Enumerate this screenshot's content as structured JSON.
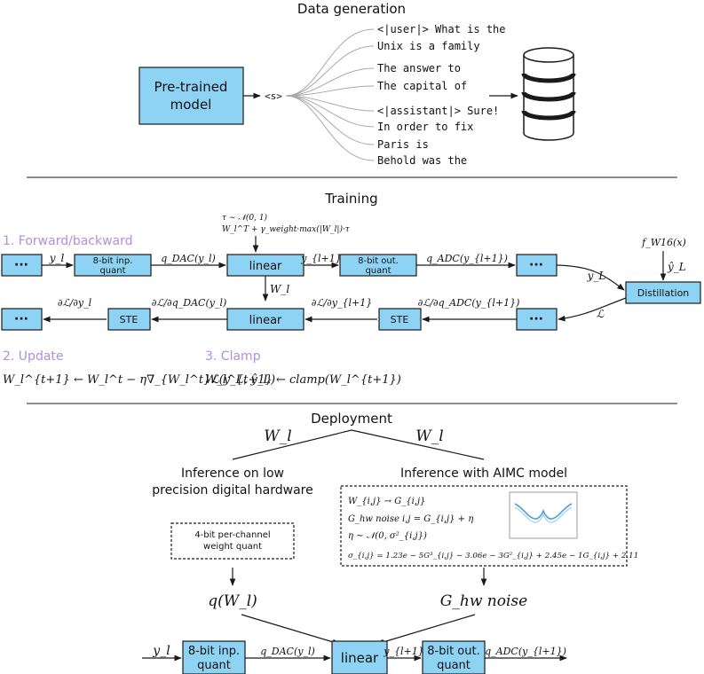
{
  "sections": {
    "data_generation": "Data generation",
    "training": "Training",
    "deployment": "Deployment"
  },
  "datagen": {
    "model_box_line1": "Pre-trained",
    "model_box_line2": "model",
    "start_token": "<s>",
    "samples": [
      "<|user|> What is the",
      "Unix is a family",
      "The answer to",
      "The capital of",
      "<|assistant|> Sure!",
      "In order to fix",
      "Paris is",
      "Behold was the"
    ]
  },
  "training": {
    "step1_label": "1. Forward/backward",
    "step2_label": "2. Update",
    "step3_label": "3. Clamp",
    "noise_eq1": "τ ∼ 𝒩(0, 1)",
    "noise_eq2": "W_l^T + γ_weight·max(|W_l|)·τ",
    "dots": "···",
    "fwd": {
      "inp_quant_1": "8-bit inp.",
      "inp_quant_2": "quant",
      "linear": "linear",
      "out_quant_1": "8-bit out.",
      "out_quant_2": "quant",
      "y_l": "y_l",
      "q_dac": "q_DAC(y_l)",
      "y_l1": "y_{l+1}",
      "q_adc": "q_ADC(y_{l+1})",
      "W_l": "W_l"
    },
    "bwd": {
      "ste": "STE",
      "linear": "linear",
      "dL_dyl": "∂ℒ/∂y_l",
      "dL_dqdac": "∂ℒ/∂q_DAC(y_l)",
      "dL_dyl1": "∂ℒ/∂y_{l+1}",
      "dL_dqadc": "∂ℒ/∂q_ADC(y_{l+1})"
    },
    "distillation": "Distillation",
    "teacher": "f_W16(x)",
    "y_hat": "ŷ_L",
    "y_L": "y_L",
    "loss": "ℒ",
    "update_eq": "W_l^{t+1} ← W_l^t − η∇_{W_l^t}ℒ(y_L, ŷ_L)",
    "clamp_eq": "W_l^{t+1} ← clamp(W_l^{t+1})"
  },
  "deployment": {
    "W_l": "W_l",
    "left_title_1": "Inference on low",
    "left_title_2": "precision digital hardware",
    "right_title": "Inference with AIMC model",
    "weight_quant_1": "4-bit per-channel",
    "weight_quant_2": "weight quant",
    "aimc_eq1": "W_{i,j} → G_{i,j}",
    "aimc_eq2": "G_hw noise i,j = G_{i,j} + η",
    "aimc_eq3": "η ∼ 𝒩(0, σ²_{i,j})",
    "aimc_eq4": "σ_{i,j} = 1.23e − 5G³_{i,j} − 3.06e − 3G²_{i,j} + 2.45e − 1G_{i,j} + 2.11",
    "q_W": "q(W_l)",
    "G_noise": "G_hw noise",
    "pipeline": {
      "y_l": "y_l",
      "inp_quant_1": "8-bit inp.",
      "inp_quant_2": "quant",
      "q_dac": "q_DAC(y_l)",
      "linear": "linear",
      "y_l1": "y_{l+1}",
      "out_quant_1": "8-bit out.",
      "out_quant_2": "quant",
      "q_adc": "q_ADC(y_{l+1})"
    }
  },
  "colors": {
    "box_fill": "#8fd3f4",
    "step_label": "#b38de0",
    "curve": "#4a9fd6"
  }
}
